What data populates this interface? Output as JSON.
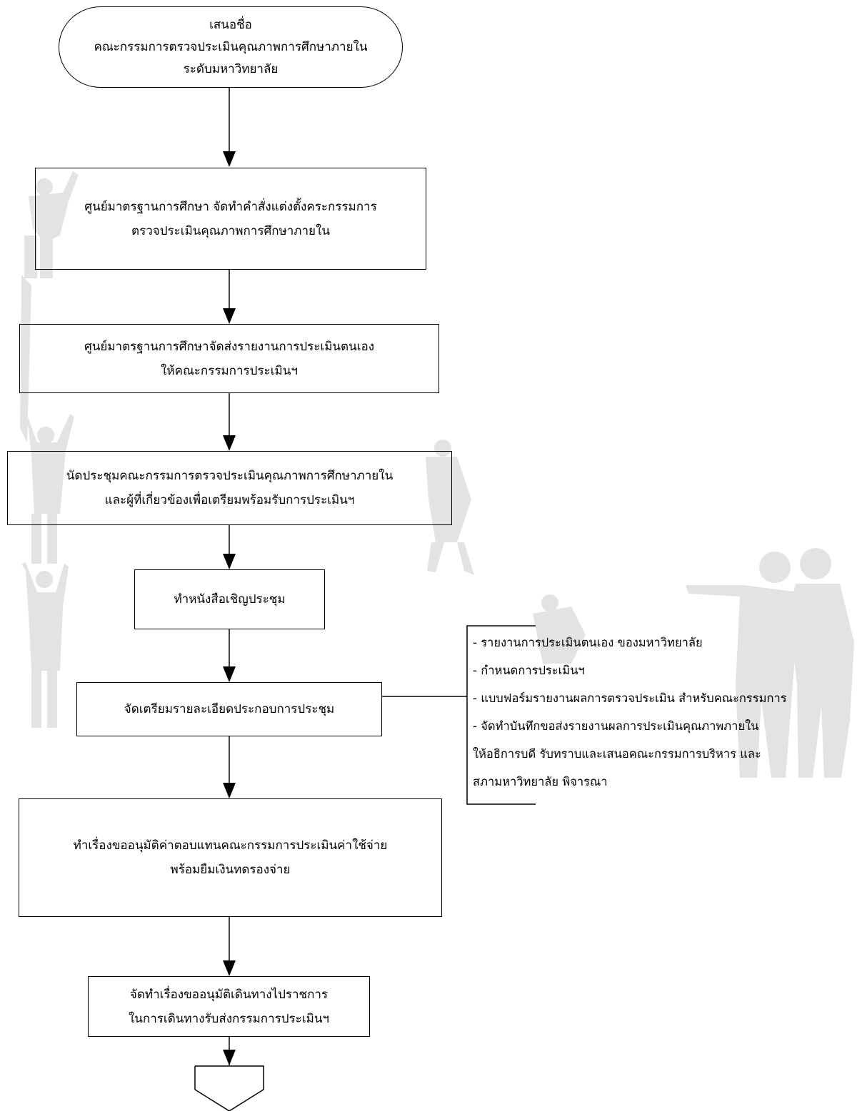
{
  "flowchart": {
    "start": {
      "lines": [
        "เสนอชื่อ",
        "คณะกรรมการตรวจประเมินคุณภาพการศึกษาภายใน",
        "ระดับมหาวิทยาลัย"
      ]
    },
    "steps": [
      {
        "lines": [
          "ศูนย์มาตรฐานการศึกษา จัดทำคำสั่งแต่งตั้งคระกรรมการ",
          "ตรวจประเมินคุณภาพการศึกษาภายใน"
        ]
      },
      {
        "lines": [
          "ศูนย์มาตรฐานการศึกษาจัดส่งรายงานการประเมินตนเอง",
          "ให้คณะกรรมการประเมินฯ"
        ]
      },
      {
        "lines": [
          "นัดประชุมคณะกรรมการตรวจประเมินคุณภาพการศึกษาภายใน",
          "และผู้ที่เกี่ยวข้องเพื่อเตรียมพร้อมรับการประเมินฯ"
        ]
      },
      {
        "lines": [
          "ทำหนังสือเชิญประชุม"
        ]
      },
      {
        "lines": [
          "จัดเตรียมรายละเอียดประกอบการประชุม"
        ]
      },
      {
        "lines": [
          "ทำเรื่องขออนุมัติค่าตอบแทนคณะกรรมการประเมินค่าใช้จ่าย",
          "พร้อมยืมเงินทดรองจ่าย"
        ]
      },
      {
        "lines": [
          "จัดทำเรื่องขออนุมัติเดินทางไปราชการ",
          "ในการเดินทางรับส่งกรรมการประเมินฯ"
        ]
      }
    ],
    "annotation": {
      "lines": [
        "- รายงานการประเมินตนเอง ของมหาวิทยาลัย",
        "- กำหนดการประเมินฯ",
        "-  แบบฟอร์มรายงานผลการตรวจประเมิน สำหรับคณะกรรมการ",
        "-  จัดทำบันทึกขอส่งรายงานผลการประเมินคุณภาพภายใน",
        "ให้อธิการบดี รับทราบและเสนอคณะกรรมการบริหาร และ",
        "สภามหาวิทยาลัย พิจารณา"
      ]
    },
    "off_page_connector": "continuation-connector"
  },
  "colors": {
    "stroke": "#000000",
    "background": "#ffffff",
    "watermark": "#5a5a5a"
  }
}
